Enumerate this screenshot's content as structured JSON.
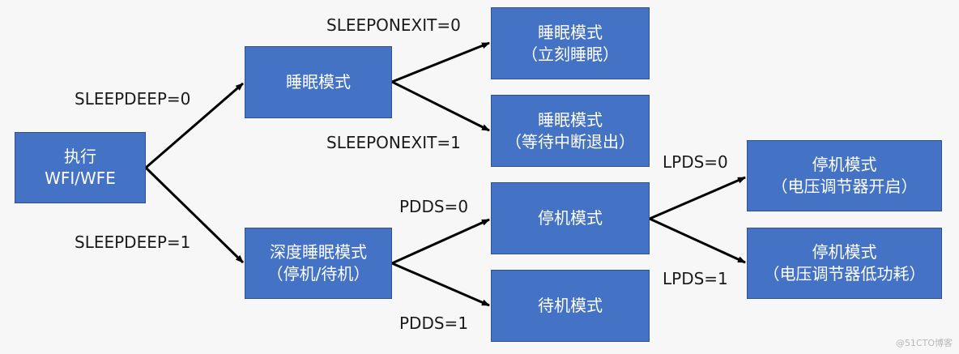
{
  "colors": {
    "box_fill": "#4472c4",
    "box_border": "#2f528f",
    "arrow": "#000000",
    "text": "#1a1a1a",
    "background": "#f7f7f7"
  },
  "nodes": {
    "execute": {
      "line1": "执行",
      "line2": "WFI/WFE"
    },
    "sleep": {
      "line1": "睡眠模式"
    },
    "deepsleep": {
      "line1": "深度睡眠模式",
      "line2": "（停机/待机）"
    },
    "sleep_now": {
      "line1": "睡眠模式",
      "line2": "（立刻睡眠）"
    },
    "sleep_on_exit": {
      "line1": "睡眠模式",
      "line2": "（等待中断退出）"
    },
    "stop": {
      "line1": "停机模式"
    },
    "standby": {
      "line1": "待机模式"
    },
    "stop_regulator_on": {
      "line1": "停机模式",
      "line2": "（电压调节器开启）"
    },
    "stop_regulator_lowpower": {
      "line1": "停机模式",
      "line2": "（电压调节器低功耗）"
    }
  },
  "edge_labels": {
    "sleepdeep0": "SLEEPDEEP=0",
    "sleepdeep1": "SLEEPDEEP=1",
    "sleeponexit0": "SLEEPONEXIT=0",
    "sleeponexit1": "SLEEPONEXIT=1",
    "pdds0": "PDDS=0",
    "pdds1": "PDDS=1",
    "lpds0": "LPDS=0",
    "lpds1": "LPDS=1"
  },
  "watermark": "@51CTO博客"
}
